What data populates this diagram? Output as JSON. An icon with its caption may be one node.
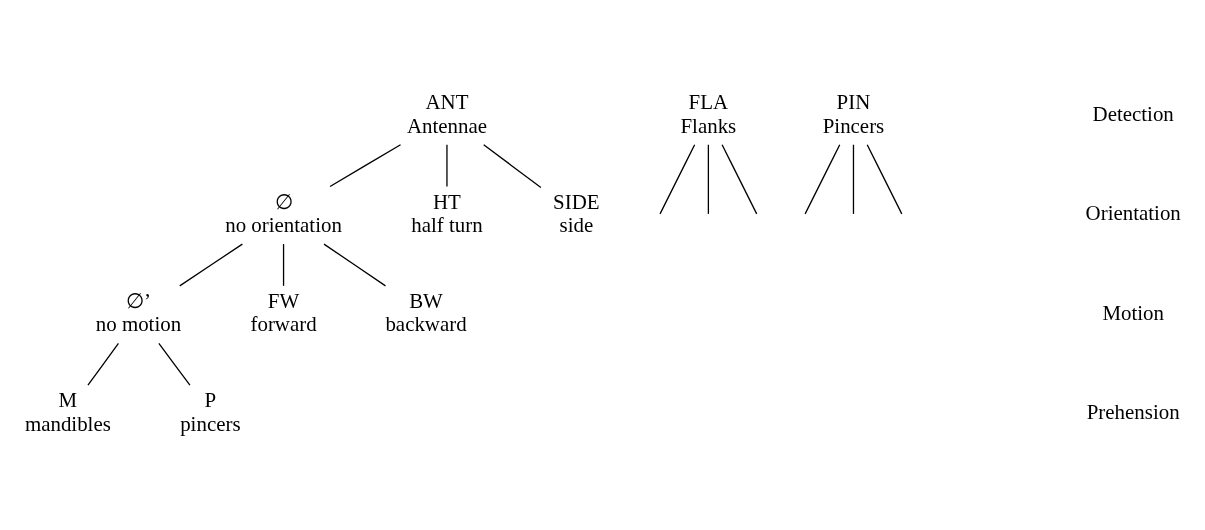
{
  "diagram": {
    "nodes": [
      {
        "text": [
          "ANT",
          "Antennae"
        ]
      },
      {
        "text": [
          "FLA",
          "Flanks"
        ]
      },
      {
        "text": [
          "PIN",
          "Pincers"
        ]
      },
      {
        "text": [
          "∅",
          "no orientation"
        ]
      },
      {
        "text": [
          "HT",
          "half turn"
        ]
      },
      {
        "text": [
          "SIDE",
          "side"
        ]
      },
      {
        "text": [
          "∅’",
          "no motion"
        ]
      },
      {
        "text": [
          "FW",
          "forward"
        ]
      },
      {
        "text": [
          "BW",
          "backward"
        ]
      },
      {
        "text": [
          "M",
          "mandibles"
        ]
      },
      {
        "text": [
          "P",
          "pincers"
        ]
      }
    ],
    "edges": [
      {
        "from": 0,
        "to": 3,
        "arrow": "none"
      },
      {
        "from": 0,
        "to": 4,
        "arrow": "none"
      },
      {
        "from": 0,
        "to": 5,
        "arrow": "none"
      },
      {
        "from": 1,
        "to": null,
        "arrow": "none"
      },
      {
        "from": 1,
        "to": null,
        "arrow": "none"
      },
      {
        "from": 1,
        "to": null,
        "arrow": "none"
      },
      {
        "from": 2,
        "to": null,
        "arrow": "none"
      },
      {
        "from": 2,
        "to": null,
        "arrow": "none"
      },
      {
        "from": 2,
        "to": null,
        "arrow": "none"
      },
      {
        "from": 3,
        "to": 6,
        "arrow": "none"
      },
      {
        "from": 3,
        "to": 7,
        "arrow": "none"
      },
      {
        "from": 3,
        "to": 8,
        "arrow": "none"
      },
      {
        "from": 6,
        "to": 9,
        "arrow": "none"
      },
      {
        "from": 6,
        "to": 10,
        "arrow": "none"
      }
    ],
    "labels": [
      "Detection",
      "Orientation",
      "Motion",
      "Prehension"
    ]
  }
}
